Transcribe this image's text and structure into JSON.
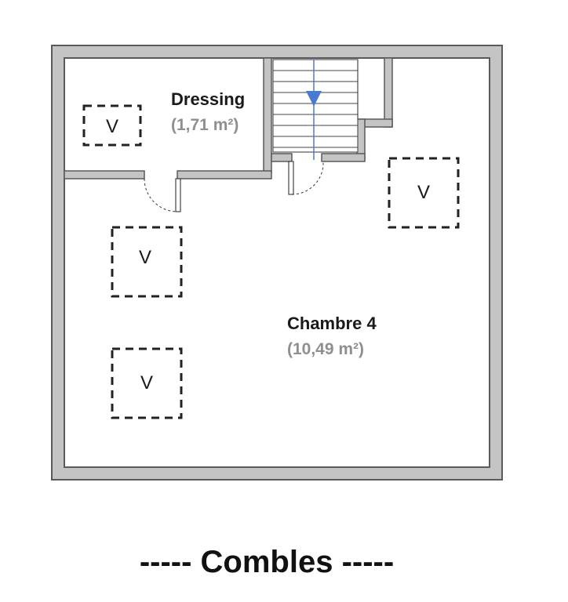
{
  "floor": {
    "title": "Combles",
    "title_display": "----- Combles -----"
  },
  "rooms": [
    {
      "name": "Dressing",
      "area": "(1,71 m²)"
    },
    {
      "name": "Chambre 4",
      "area": "(10,49 m²)"
    }
  ],
  "velux": [
    {
      "label": "V"
    },
    {
      "label": "V"
    },
    {
      "label": "V"
    },
    {
      "label": "V"
    }
  ],
  "colors": {
    "wall_fill": "#c4c4c4",
    "wall_stroke": "#5a5a5a",
    "stair_arrow": "#4a7bd0",
    "area_text": "#8f8f8f"
  }
}
